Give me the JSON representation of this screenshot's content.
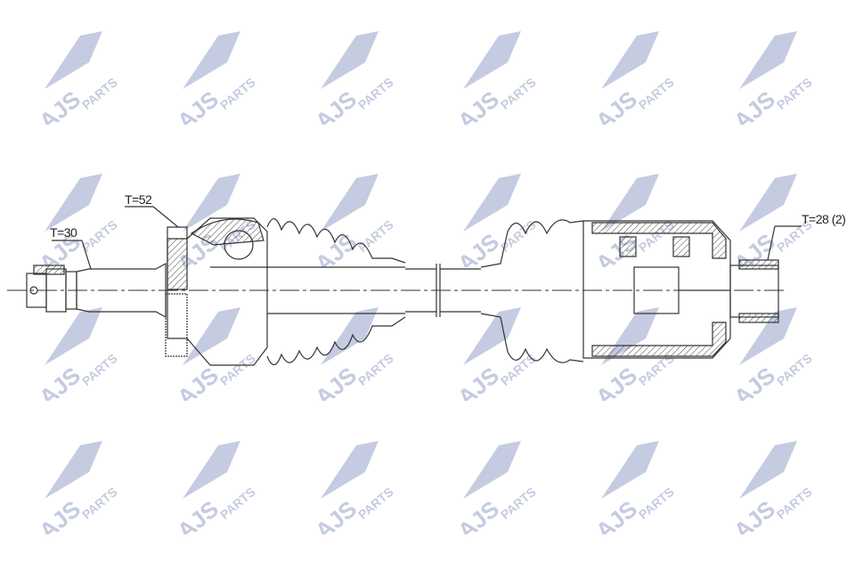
{
  "watermark": {
    "text_main": "AJS",
    "text_sub": "PARTS",
    "color": "#c5cbe0"
  },
  "labels": {
    "t30": "T=30",
    "t52": "T=52",
    "t28": "T=28 (2)"
  },
  "colors": {
    "line": "#333333",
    "hatch": "#444444",
    "watermark": "#c5cbe0"
  }
}
